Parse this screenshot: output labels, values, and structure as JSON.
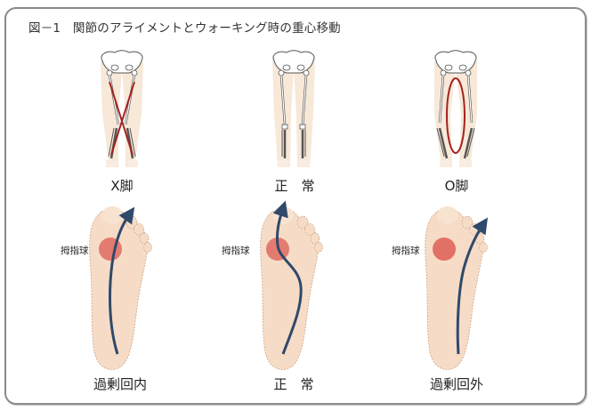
{
  "figure": {
    "title": "図－1　関節のアライメントとウォーキング時の重心移動",
    "legs": [
      {
        "id": "x-leg",
        "label": "X脚",
        "marker": "cross",
        "marker_color": "#a3231f"
      },
      {
        "id": "normal-leg",
        "label": "正　常",
        "marker": "none"
      },
      {
        "id": "o-leg",
        "label": "O脚",
        "marker": "ellipse",
        "marker_color": "#a3231f"
      }
    ],
    "feet": [
      {
        "id": "overpronation",
        "label": "過剰回内",
        "ball_label": "拇指球",
        "path_type": "straight-medial"
      },
      {
        "id": "normal-foot",
        "label": "正　常",
        "ball_label": "拇指球",
        "path_type": "s-curve"
      },
      {
        "id": "oversupination",
        "label": "過剰回外",
        "ball_label": "拇指球",
        "path_type": "lateral"
      }
    ],
    "colors": {
      "skin": "#f6dcc6",
      "skin_edge": "#d9b49a",
      "ball": "#e06a60",
      "arrow": "#2f4a6b",
      "marker": "#a3231f",
      "border": "#8a8a8a"
    }
  }
}
